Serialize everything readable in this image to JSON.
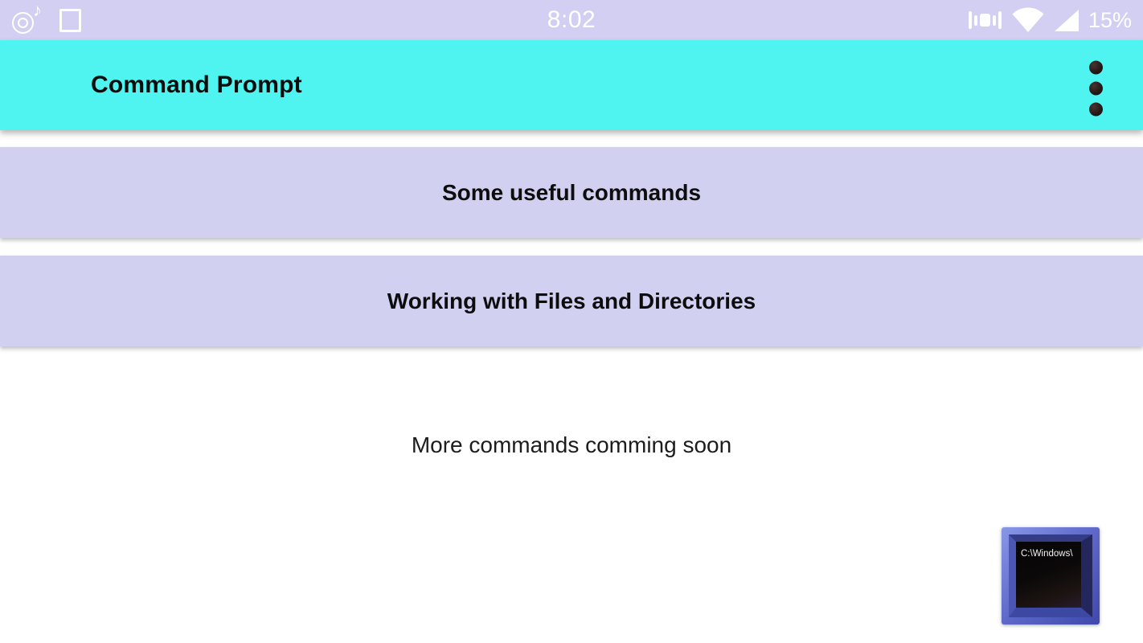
{
  "status_bar": {
    "time": "8:02",
    "battery_percent": "15%",
    "left_icons": [
      "music-note-icon",
      "square-outline-icon"
    ],
    "right_icons": [
      "vibrate-icon",
      "wifi-icon",
      "cell-signal-icon"
    ]
  },
  "app_bar": {
    "title": "Command Prompt",
    "overflow_menu": "more-options"
  },
  "cards": {
    "items": [
      {
        "label": "Some useful commands"
      },
      {
        "label": "Working with Files and Directories"
      }
    ]
  },
  "content": {
    "message": "More commands comming soon"
  },
  "widget": {
    "screen_text": "C:\\Windows\\"
  },
  "colors": {
    "status_bar_bg": "#d2cff2",
    "app_bar_bg": "#4ff3ef",
    "card_bg": "#d2d0f1",
    "background": "#ffffff",
    "title_text": "#0d0d0d",
    "status_text": "#ffffff",
    "widget_frame": "#5e68c8"
  }
}
